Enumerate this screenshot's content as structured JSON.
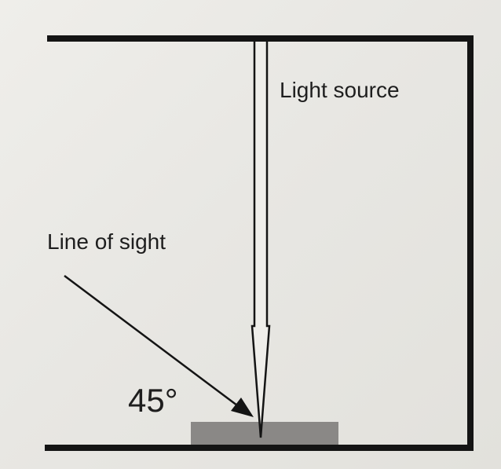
{
  "labels": {
    "light_source": "Light source",
    "line_of_sight": "Line of sight",
    "angle": "45°"
  },
  "colors": {
    "frame": "#141414",
    "sample": "#8a8886",
    "background": "#e9e8e4"
  }
}
